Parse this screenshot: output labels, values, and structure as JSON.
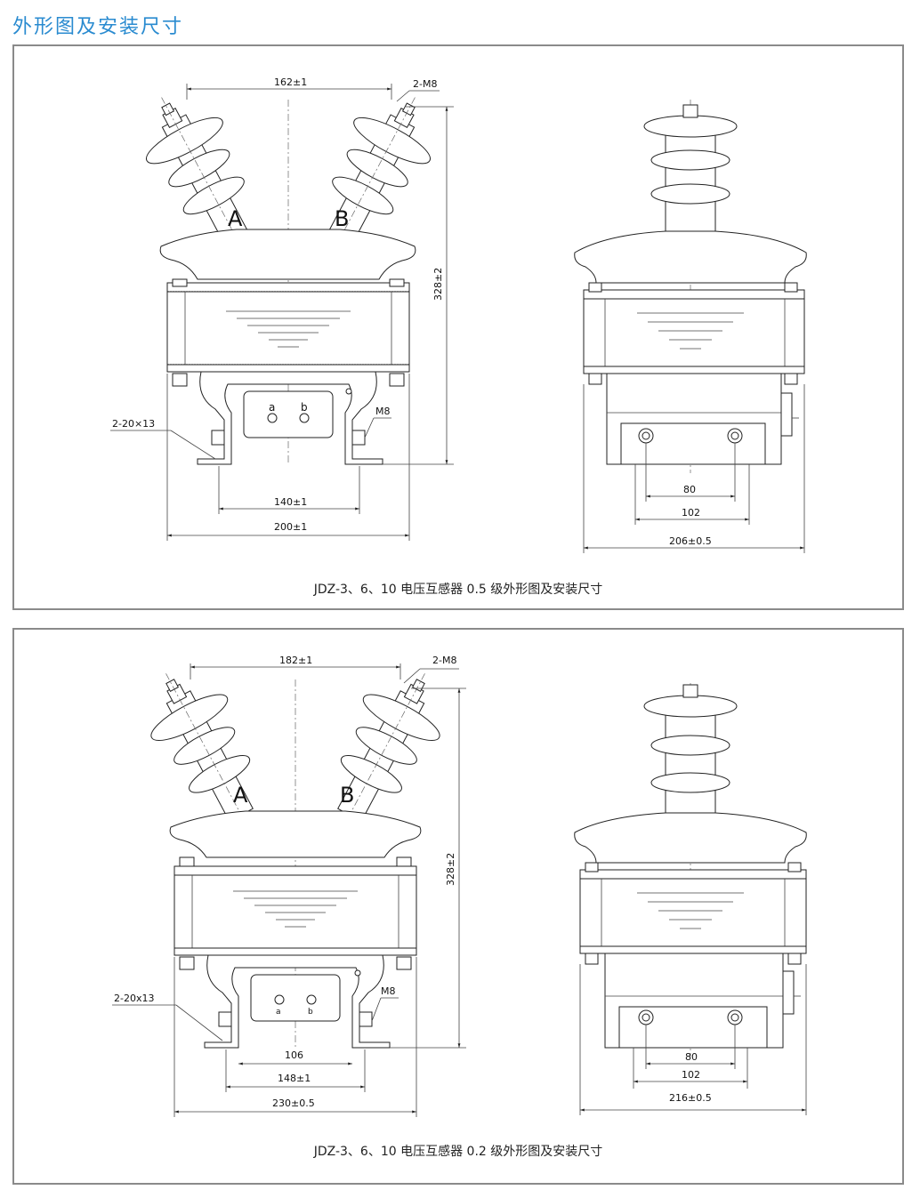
{
  "page": {
    "title": "外形图及安装尺寸"
  },
  "panel1": {
    "caption": "JDZ-3、6、10 电压互感器 0.5 级外形图及安装尺寸",
    "front": {
      "dim_top": "162±1",
      "label_bolt_top": "2-M8",
      "dim_height": "328±2",
      "label_A": "A",
      "label_B": "B",
      "terminal_a": "a",
      "terminal_b": "b",
      "label_slot": "2-20×13",
      "label_bolt_side": "M8",
      "dim_inner": "140±1",
      "dim_outer": "200±1"
    },
    "side": {
      "dim_inner": "80",
      "dim_mid": "102",
      "dim_outer": "206±0.5"
    }
  },
  "panel2": {
    "caption": "JDZ-3、6、10 电压互感器 0.2 级外形图及安装尺寸",
    "front": {
      "dim_top": "182±1",
      "label_bolt_top": "2-M8",
      "dim_height": "328±2",
      "label_A": "A",
      "label_B": "B",
      "terminal_a": "a",
      "terminal_b": "b",
      "label_slot": "2-20x13",
      "label_bolt_side": "M8",
      "dim_base": "106",
      "dim_inner": "148±1",
      "dim_outer": "230±0.5"
    },
    "side": {
      "dim_inner": "80",
      "dim_mid": "102",
      "dim_outer": "216±0.5"
    }
  }
}
